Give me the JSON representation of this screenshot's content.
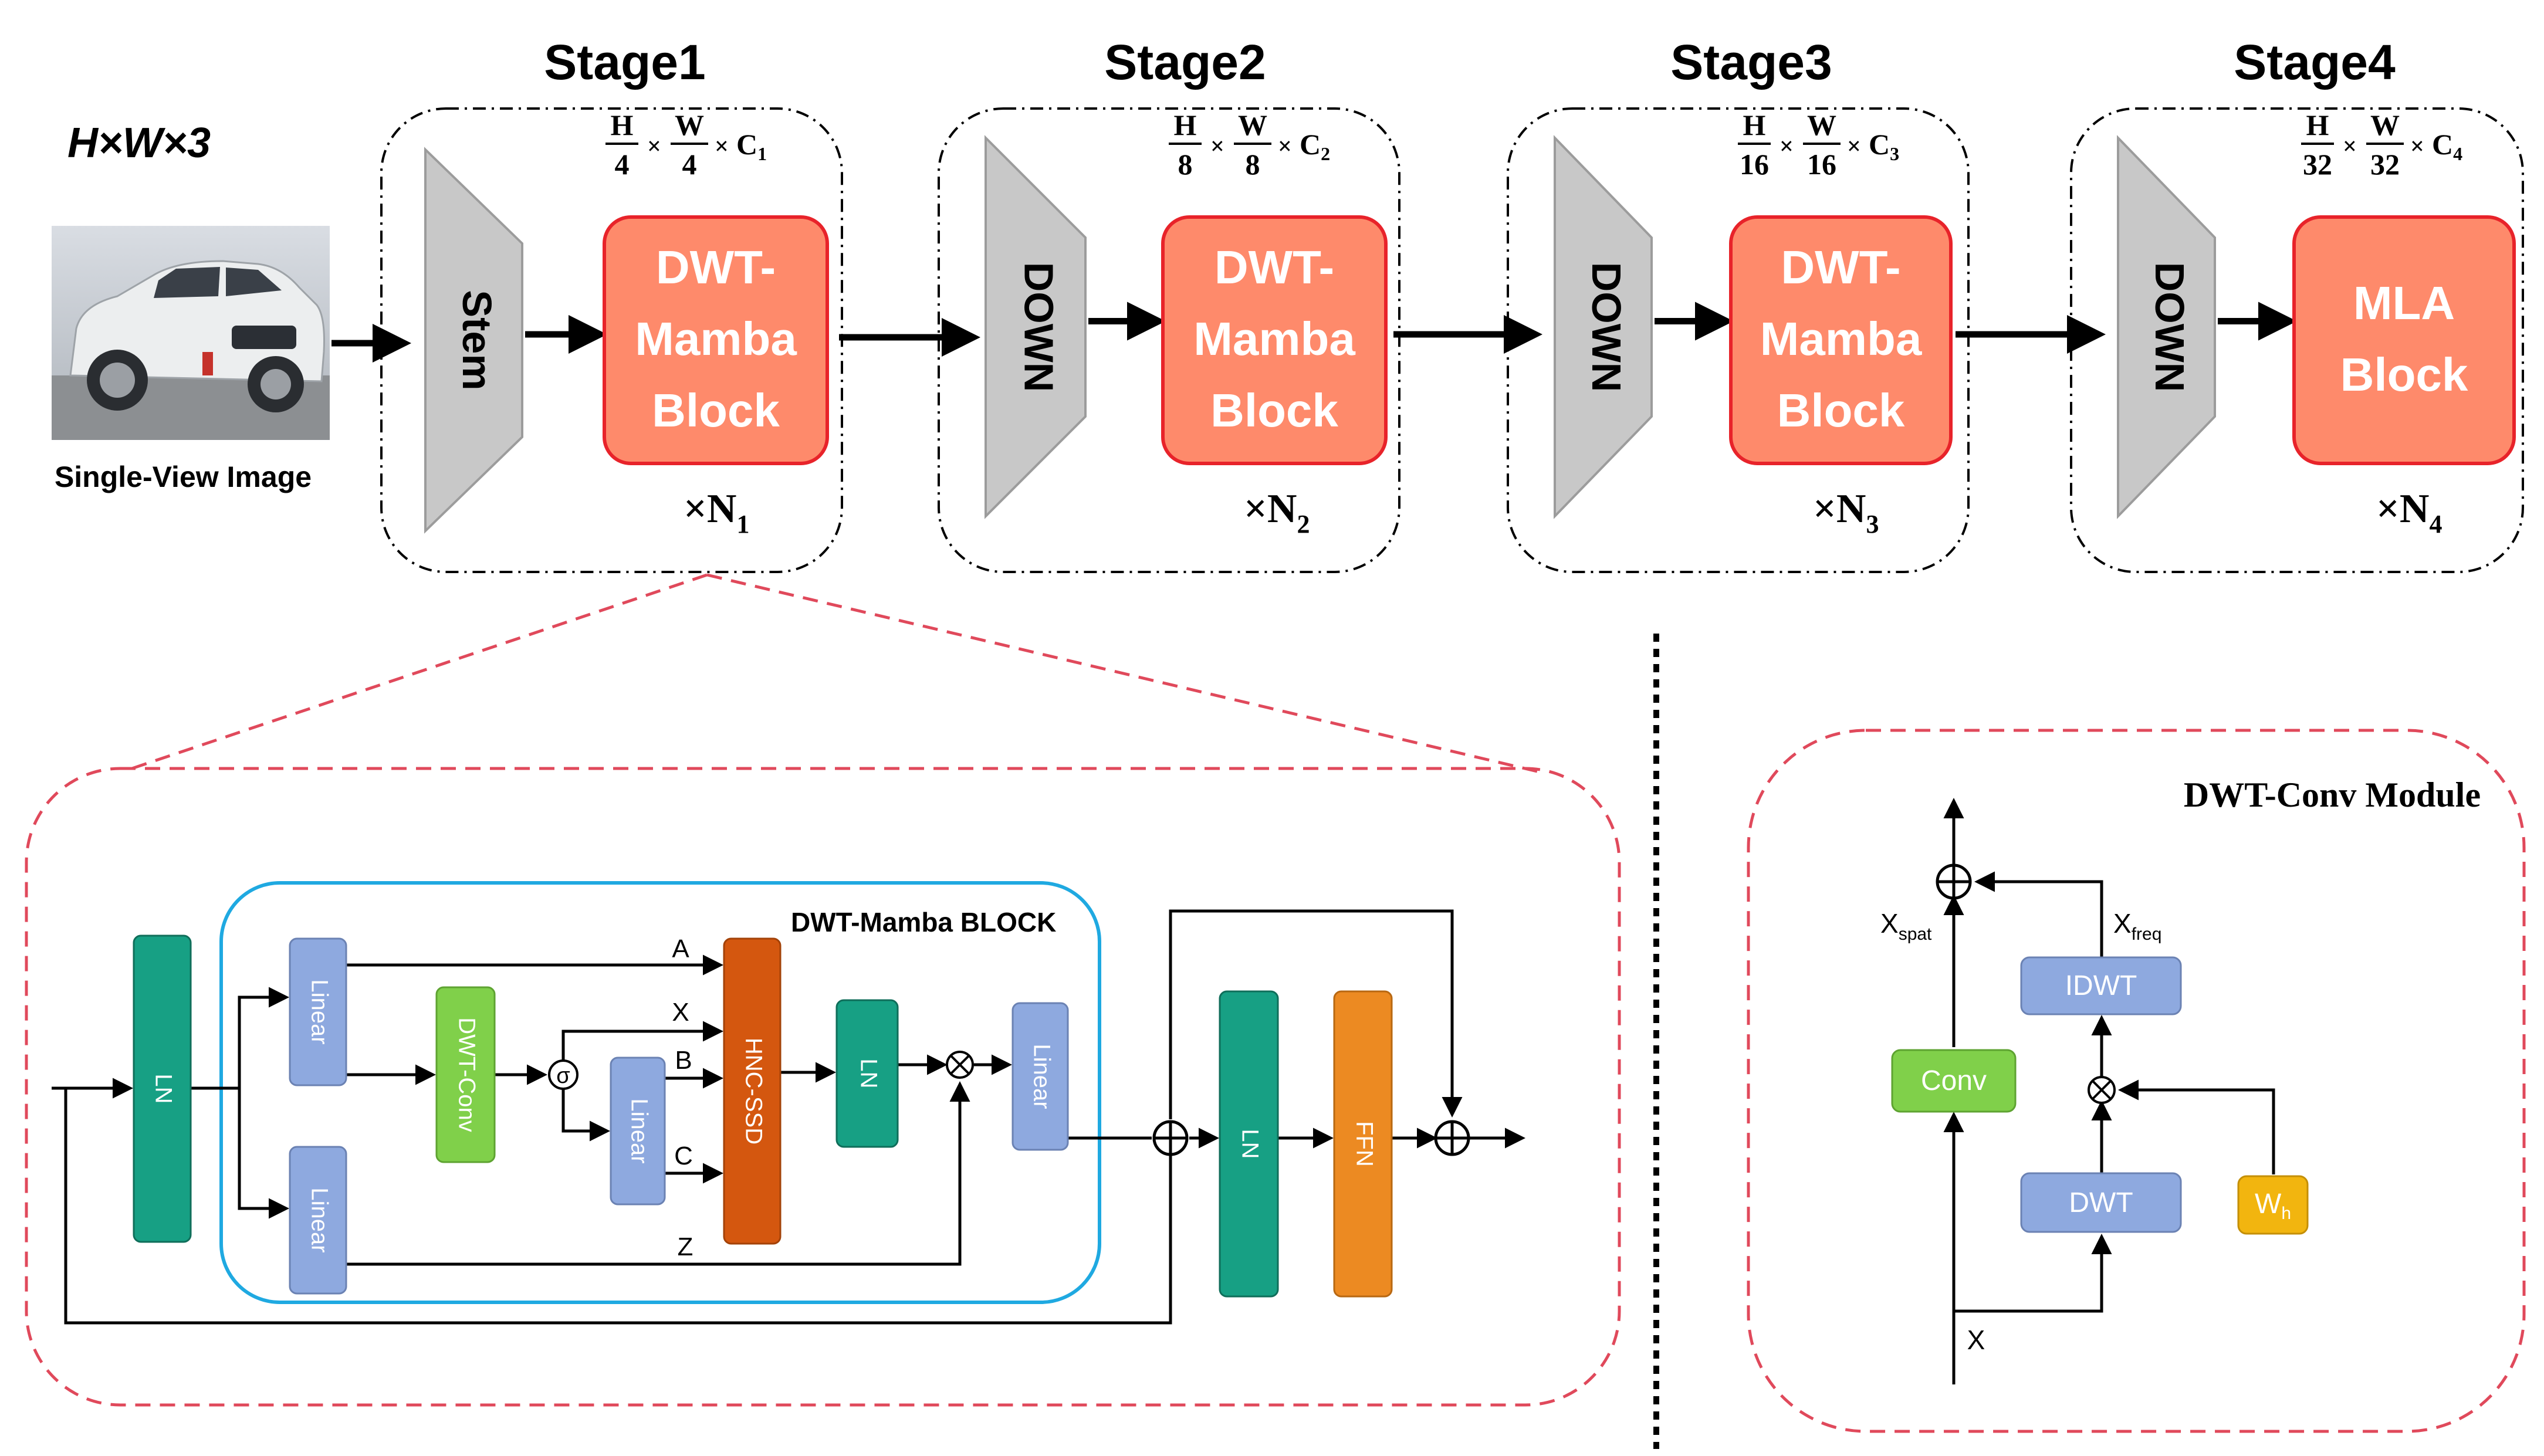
{
  "input": {
    "dims": "H×W×3",
    "caption": "Single-View Image"
  },
  "stages": [
    {
      "title": "Stage1",
      "entry": "Stem",
      "block": [
        "DWT-",
        "Mamba",
        "Block"
      ],
      "res_num": "H",
      "res_den_h": "4",
      "res_den_w": "4",
      "channel_sub": "1",
      "repeat_sub": "1"
    },
    {
      "title": "Stage2",
      "entry": "DOWN",
      "block": [
        "DWT-",
        "Mamba",
        "Block"
      ],
      "res_num": "H",
      "res_den_h": "8",
      "res_den_w": "8",
      "channel_sub": "2",
      "repeat_sub": "2"
    },
    {
      "title": "Stage3",
      "entry": "DOWN",
      "block": [
        "DWT-",
        "Mamba",
        "Block"
      ],
      "res_num": "H",
      "res_den_h": "16",
      "res_den_w": "16",
      "channel_sub": "3",
      "repeat_sub": "3"
    },
    {
      "title": "Stage4",
      "entry": "DOWN",
      "block": [
        "MLA",
        "Block"
      ],
      "res_num": "H",
      "res_den_h": "32",
      "res_den_w": "32",
      "channel_sub": "4",
      "repeat_sub": "4"
    }
  ],
  "res_symbols": {
    "w_num": "W",
    "times": "×",
    "channel": "C",
    "repeat": "×N"
  },
  "mamba_detail": {
    "title": "DWT-Mamba BLOCK",
    "ln": "LN",
    "linear": "Linear",
    "dwt_conv": "DWT-Conv",
    "sigma": "σ",
    "hnc": "HNC-SSD",
    "ffn": "FFN",
    "labels": {
      "a": "A",
      "x": "X",
      "b": "B",
      "c": "C",
      "z": "Z"
    }
  },
  "dwt_conv_module": {
    "title": "DWT-Conv Module",
    "conv": "Conv",
    "idwt": "IDWT",
    "dwt": "DWT",
    "wh_main": "W",
    "wh_sub": "h",
    "x_in": "X",
    "xspat_main": "X",
    "xspat_sub": "spat",
    "xfreq_main": "X",
    "xfreq_sub": "freq"
  },
  "colors": {
    "stage_block": "#fe8a6b",
    "stage_block_border": "#e8232a",
    "trapezoid": "#c8c8c8",
    "trapezoid_border": "#9c9c9c",
    "teal": "#17a084",
    "linear_blue": "#8ea9df",
    "green": "#80d04a",
    "hnc_orange": "#d4570f",
    "ffn_orange": "#ec8a22",
    "cyan_border": "#1fa9e1",
    "red_dash": "#e0495b",
    "wh_yellow": "#f2b50f"
  }
}
